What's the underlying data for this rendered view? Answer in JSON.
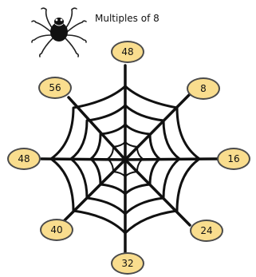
{
  "title": "Multiples of 8",
  "bubbles": [
    "48",
    "8",
    "16",
    "24",
    "32",
    "40",
    "48",
    "56"
  ],
  "colors": {
    "bubble_fill": "#f9dd8e",
    "bubble_stroke": "#4b4b4b",
    "web_stroke": "#111111"
  },
  "icons": {
    "mascot": "spider-icon"
  }
}
